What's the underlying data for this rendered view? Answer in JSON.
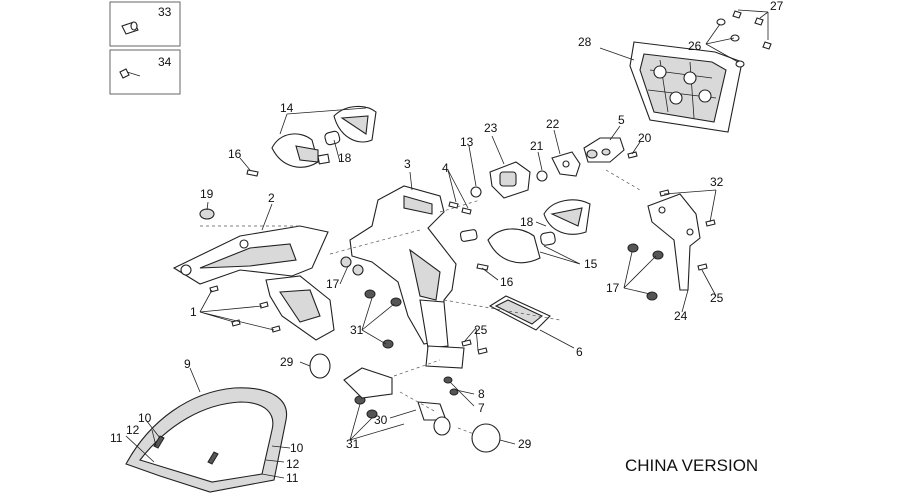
{
  "diagram": {
    "footer_label": "CHINA VERSION",
    "callouts": [
      "1",
      "2",
      "3",
      "4",
      "5",
      "6",
      "7",
      "8",
      "9",
      "10",
      "11",
      "12",
      "13",
      "14",
      "15",
      "16",
      "17",
      "18",
      "19",
      "20",
      "21",
      "22",
      "23",
      "24",
      "25",
      "26",
      "27",
      "28",
      "29",
      "30",
      "31",
      "32",
      "33",
      "34"
    ]
  }
}
